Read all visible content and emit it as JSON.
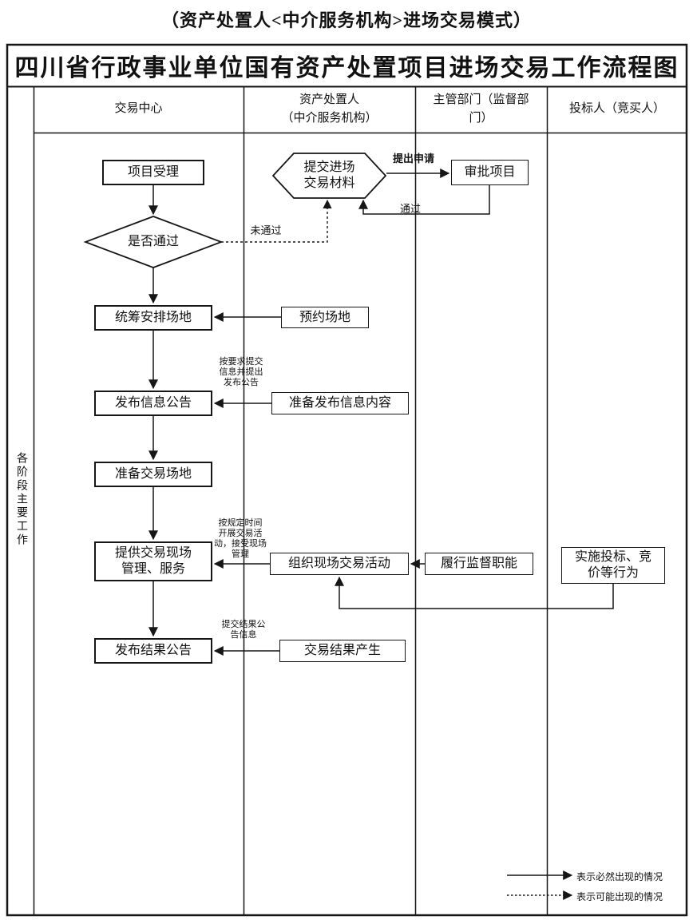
{
  "page": {
    "subtitle": "（资产处置人<中介服务机构>进场交易模式）",
    "title": "四川省行政事业单位国有资产处置项目进场交易工作流程图",
    "side_label": "各阶段主要工作"
  },
  "lanes": {
    "trading_center": "交易中心",
    "disposer": "资产处置人\n（中介服务机构）",
    "authority": "主管部门（监督部\n门）",
    "bidder": "投标人（竞买人）"
  },
  "nodes": {
    "accept": "项目受理",
    "decision": "是否通过",
    "arrange_venue": "统筹安排场地",
    "reserve_venue": "预约场地",
    "publish_info": "发布信息公告",
    "prepare_info": "准备发布信息内容",
    "prepare_venue": "准备交易场地",
    "provide_mgmt": "提供交易现场\n管理、服务",
    "organize_trading": "组织现场交易活动",
    "supervise": "履行监督职能",
    "bid": "实施投标、竞\n价等行为",
    "publish_result": "发布结果公告",
    "result_generated": "交易结果产生",
    "submit_materials": "提交进场\n交易材料",
    "approve": "审批项目"
  },
  "edge_labels": {
    "apply": "提出申请",
    "pass": "通过",
    "fail": "未通过",
    "submit_info": "按要求提交\n信息并提出\n发布公告",
    "carry_out": "按规定时间\n开展交易活\n动，接受现场\n管理",
    "submit_result": "提交结果公\n告信息"
  },
  "legend": {
    "solid": "表示必然出现的情况",
    "dotted": "表示可能出现的情况"
  }
}
